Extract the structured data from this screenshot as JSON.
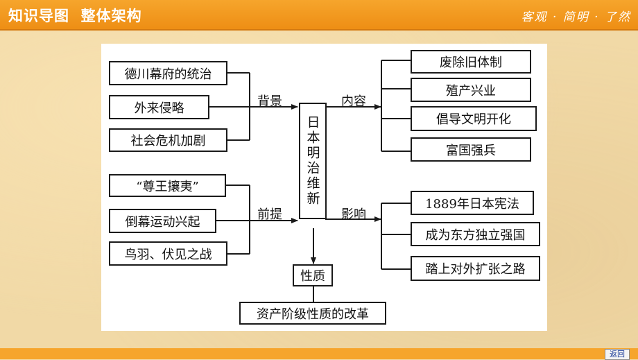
{
  "header": {
    "title": "知识导图  整体架构",
    "motto": "客观 · 简明 · 了然"
  },
  "diagram": {
    "center": "日本明治维新",
    "background": {
      "label": "背景",
      "items": [
        "德川幕府的统治",
        "外来侵略",
        "社会危机加剧"
      ]
    },
    "premise": {
      "label": "前提",
      "items": [
        "“尊王攘夷”",
        "倒幕运动兴起",
        "鸟羽、伏见之战"
      ]
    },
    "content": {
      "label": "内容",
      "items": [
        "废除旧体制",
        "殖产兴业",
        "倡导文明开化",
        "富国强兵"
      ]
    },
    "influence": {
      "label": "影响",
      "items": [
        "1889年日本宪法",
        "成为东方独立强国",
        "踏上对外扩张之路"
      ]
    },
    "nature": {
      "label": "性质",
      "value": "资产阶级性质的改革"
    }
  },
  "footer": {
    "back_label": "返回"
  },
  "colors": {
    "header_orange": "#f6a52c",
    "background_tan": "#f1d9a6"
  }
}
